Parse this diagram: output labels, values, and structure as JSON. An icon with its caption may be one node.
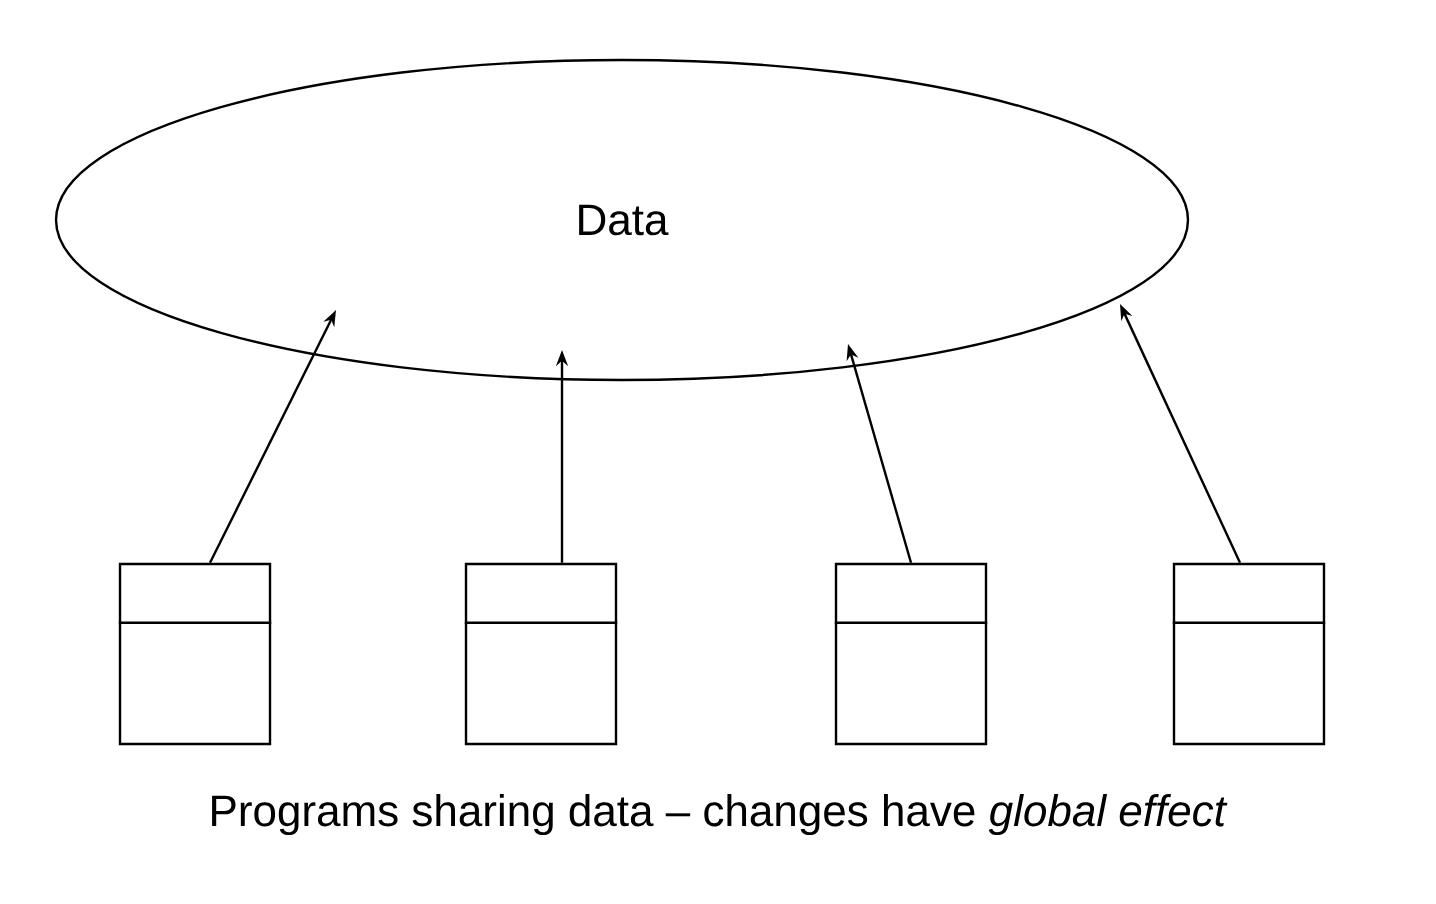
{
  "diagram": {
    "caption": "Programs sharing data – changes have *global effect*",
    "nodes": [
      {
        "text": [
          "Data"
        ]
      },
      {
        "text": [],
        "shape": "box"
      },
      {
        "text": [],
        "shape": "box"
      },
      {
        "text": [],
        "shape": "box"
      },
      {
        "text": [],
        "shape": "box"
      }
    ],
    "edges": [
      {
        "from": 1,
        "to": 0,
        "arrow": "to"
      },
      {
        "from": 2,
        "to": 0,
        "arrow": "to"
      },
      {
        "from": 3,
        "to": 0,
        "arrow": "to"
      },
      {
        "from": 4,
        "to": 0,
        "arrow": "to"
      }
    ]
  }
}
